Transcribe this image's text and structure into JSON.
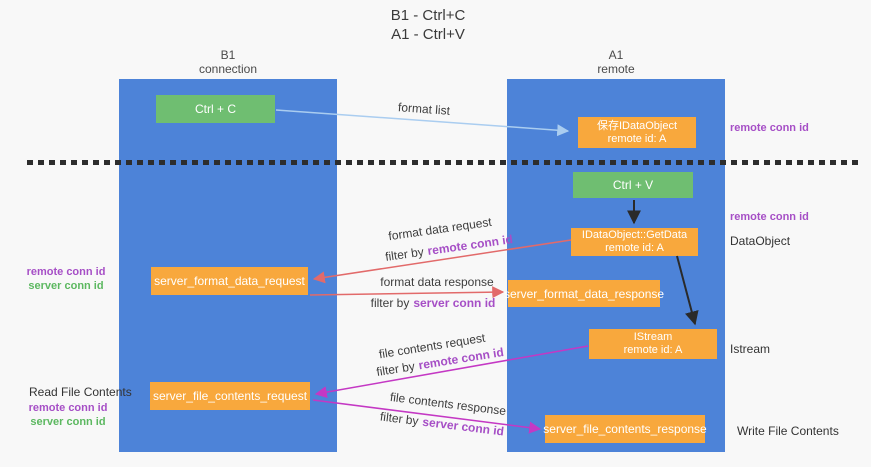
{
  "title": {
    "line1": "B1 - Ctrl+C",
    "line2": "A1 - Ctrl+V"
  },
  "lanes": {
    "left": {
      "name": "B1",
      "role": "connection"
    },
    "right": {
      "name": "A1",
      "role": "remote"
    }
  },
  "nodes": {
    "ctrl_c": {
      "label": "Ctrl + C"
    },
    "ctrl_v": {
      "label": "Ctrl + V"
    },
    "save_idataobject": {
      "line1": "保存IDataObject",
      "line2": "remote id: A"
    },
    "idataobject_getdata": {
      "line1": "IDataObject::GetData",
      "line2": "remote id: A"
    },
    "istream": {
      "line1": "IStream",
      "line2": "remote id: A"
    },
    "server_format_data_request": {
      "label": "server_format_data_request"
    },
    "server_format_data_response": {
      "label": "server_format_data_response"
    },
    "server_file_contents_request": {
      "label": "server_file_contents_request"
    },
    "server_file_contents_response": {
      "label": "server_file_contents_response"
    }
  },
  "edge_labels": {
    "format_list": "format list",
    "format_data_request": "format data request",
    "format_data_response": "format data response",
    "file_contents_request": "file contents request",
    "file_contents_response": "file contents response",
    "filter_by": "filter by",
    "remote_conn_id": "remote conn id",
    "server_conn_id": "server conn id"
  },
  "annotations": {
    "remote_conn_id_top_right": "remote conn id",
    "remote_conn_id_mid_right": "remote conn id",
    "dataobject": "DataObject",
    "istream": "Istream",
    "write_file_contents": "Write File Contents",
    "remote_conn_id_left_1": "remote conn id",
    "server_conn_id_left_1": "server conn id",
    "read_file_contents": "Read File Contents",
    "remote_conn_id_left_2": "remote conn id",
    "server_conn_id_left_2": "server conn id"
  },
  "colors": {
    "lane_blue": "#4d83d8",
    "node_green": "#6fbe71",
    "node_orange": "#f8a83d",
    "arrow_red": "#e26a6a",
    "arrow_magenta": "#c438c4",
    "arrow_lightblue": "#aacdf0",
    "arrow_black": "#2a2a2a",
    "text_purple": "#a64fc6",
    "text_green": "#5cb860"
  }
}
